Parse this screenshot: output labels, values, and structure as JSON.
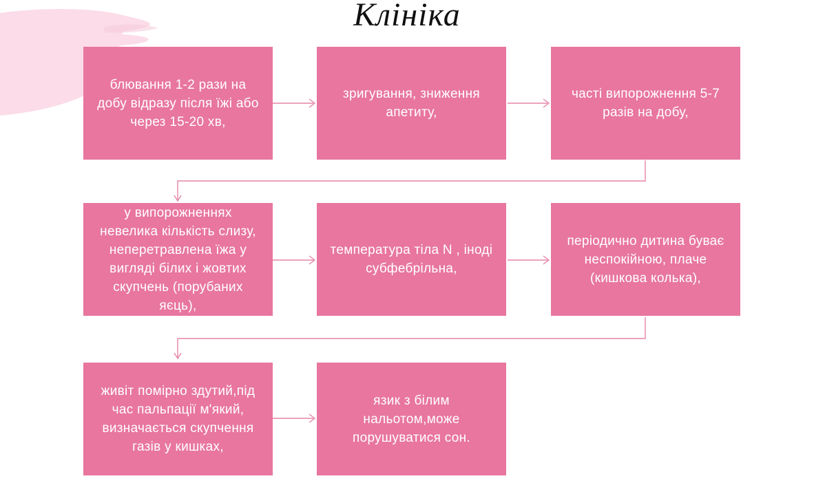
{
  "title": "Клініка",
  "colors": {
    "box_fill": "#e8769f",
    "box_text": "#ffffff",
    "connector": "#e584a9",
    "brush_decoration": "#fbdce8",
    "brush_tip_shade": "#f6cadb",
    "title_text": "#111111",
    "background": "#ffffff"
  },
  "decoration": {
    "name": "pink-brush-stroke"
  },
  "boxes": [
    {
      "text": "блювання 1-2 рази на добу відразу після їжі або через 15-20 хв,"
    },
    {
      "text": "зригування, зниження апетиту,"
    },
    {
      "text": "часті випорожнення 5-7 разів на добу,"
    },
    {
      "text": "у випорожненнях невелика кількість слизу, неперетравлена їжа у вигляді білих і жовтих скупчень (порубаних яєць),"
    },
    {
      "text": "температура тіла N , іноді субфебрільна,"
    },
    {
      "text": "періодично дитина буває неспокійною, плаче (кишкова колька),"
    },
    {
      "text": "живіт помірно здутий,під час пальпації м'який, визначається скупчення газів у кишках,"
    },
    {
      "text": "язик з білим нальотом,може порушуватися сон."
    }
  ]
}
